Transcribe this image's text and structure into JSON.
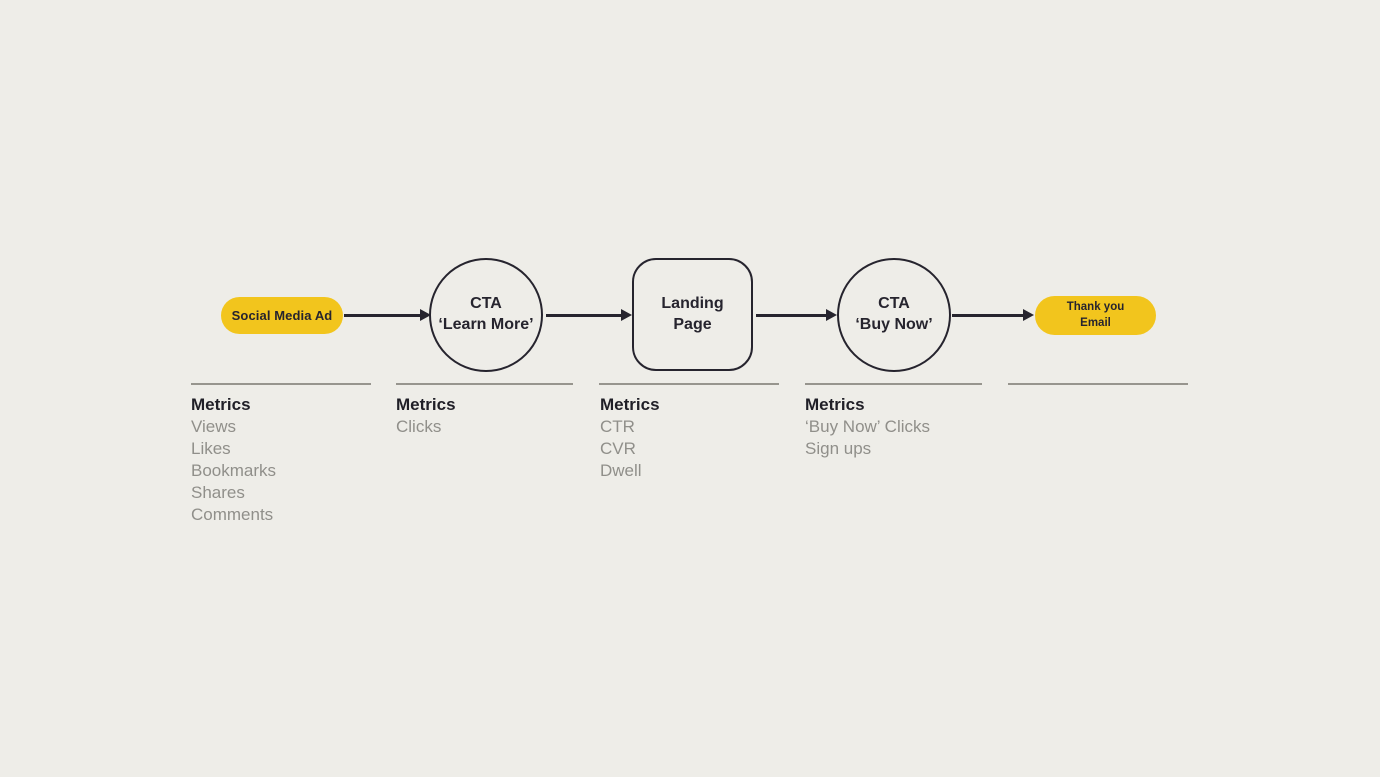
{
  "colors": {
    "background": "#EEEDE8",
    "node_yellow": "#F2C51D",
    "ink": "#26242E",
    "heading_text": "#201F27",
    "muted_text": "#908F8A",
    "divider": "#97958E"
  },
  "flow": {
    "node_social_ad": {
      "shape": "pill",
      "label": "Social Media Ad"
    },
    "node_cta_learn_more": {
      "shape": "circle",
      "line1": "CTA",
      "line2": "‘Learn More’"
    },
    "node_landing_page": {
      "shape": "rounded-square",
      "line1": "Landing",
      "line2": "Page"
    },
    "node_cta_buy_now": {
      "shape": "circle",
      "line1": "CTA",
      "line2": "‘Buy Now’"
    },
    "node_thank_you_email": {
      "shape": "pill",
      "line1": "Thank you",
      "line2": "Email"
    }
  },
  "metrics_columns": [
    {
      "heading": "Metrics",
      "items": [
        "Views",
        "Likes",
        "Bookmarks",
        "Shares",
        "Comments"
      ]
    },
    {
      "heading": "Metrics",
      "items": [
        "Clicks"
      ]
    },
    {
      "heading": "Metrics",
      "items": [
        "CTR",
        "CVR",
        "Dwell"
      ]
    },
    {
      "heading": "Metrics",
      "items": [
        "‘Buy Now’ Clicks",
        "Sign ups"
      ]
    },
    {
      "heading": "",
      "items": []
    }
  ]
}
